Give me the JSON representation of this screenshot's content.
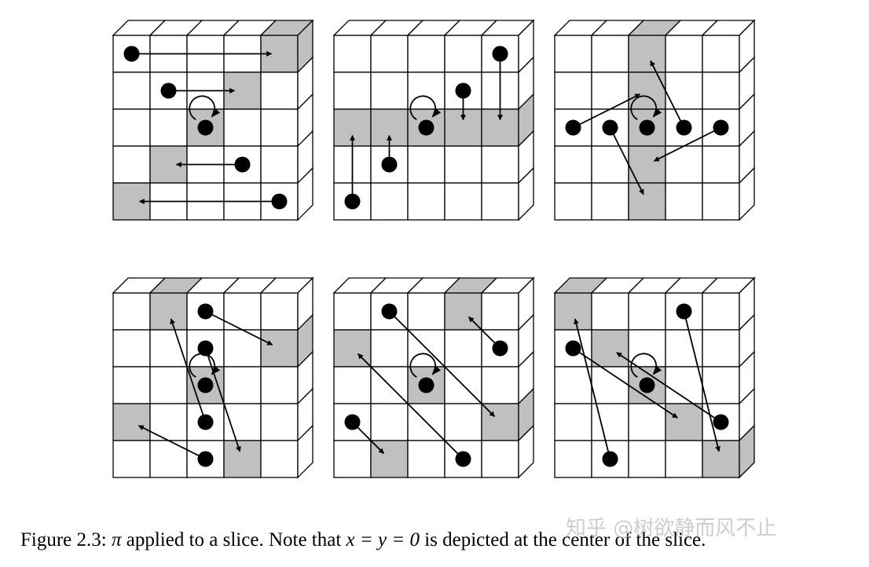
{
  "caption": {
    "prefix": "Figure 2.3: ",
    "pi": "π",
    "middle": " applied to a slice. Note that ",
    "eq": "x = y = 0",
    "suffix": " is depicted at the center of the slice."
  },
  "watermark": "知乎 @树欲静而风不止",
  "colors": {
    "grid_line": "#000000",
    "shaded_cell": "#c0c0c0",
    "background": "#ffffff",
    "dot": "#000000"
  },
  "panels": [
    {
      "id": "panel-1",
      "shaded": [
        [
          4,
          0
        ],
        [
          3,
          1
        ],
        [
          2,
          2
        ],
        [
          1,
          3
        ],
        [
          0,
          4
        ]
      ],
      "arrows": [
        {
          "from": [
            0,
            0
          ],
          "to": [
            4,
            0
          ]
        },
        {
          "from": [
            1,
            1
          ],
          "to": [
            3,
            1
          ]
        },
        {
          "from": [
            3,
            3
          ],
          "to": [
            1,
            3
          ]
        },
        {
          "from": [
            4,
            4
          ],
          "to": [
            0,
            4
          ]
        }
      ]
    },
    {
      "id": "panel-2",
      "shaded": [
        [
          0,
          2
        ],
        [
          1,
          2
        ],
        [
          2,
          2
        ],
        [
          3,
          2
        ],
        [
          4,
          2
        ]
      ],
      "arrows": [
        {
          "from": [
            4,
            0
          ],
          "to": [
            4,
            2
          ]
        },
        {
          "from": [
            3,
            1
          ],
          "to": [
            3,
            2
          ]
        },
        {
          "from": [
            1,
            3
          ],
          "to": [
            1,
            2
          ]
        },
        {
          "from": [
            0,
            4
          ],
          "to": [
            0,
            2
          ]
        }
      ]
    },
    {
      "id": "panel-3",
      "shaded": [
        [
          2,
          0
        ],
        [
          2,
          1
        ],
        [
          2,
          2
        ],
        [
          2,
          3
        ],
        [
          2,
          4
        ]
      ],
      "arrows": [
        {
          "from": [
            0,
            2
          ],
          "to": [
            2,
            1
          ]
        },
        {
          "from": [
            1,
            2
          ],
          "to": [
            2,
            4
          ]
        },
        {
          "from": [
            3,
            2
          ],
          "to": [
            2,
            0
          ]
        },
        {
          "from": [
            4,
            2
          ],
          "to": [
            2,
            3
          ]
        }
      ]
    },
    {
      "id": "panel-4",
      "shaded": [
        [
          1,
          0
        ],
        [
          4,
          1
        ],
        [
          2,
          2
        ],
        [
          0,
          3
        ],
        [
          3,
          4
        ]
      ],
      "arrows": [
        {
          "from": [
            2,
            0
          ],
          "to": [
            4,
            1
          ]
        },
        {
          "from": [
            2,
            1
          ],
          "to": [
            3,
            4
          ]
        },
        {
          "from": [
            2,
            3
          ],
          "to": [
            1,
            0
          ]
        },
        {
          "from": [
            2,
            4
          ],
          "to": [
            0,
            3
          ]
        }
      ]
    },
    {
      "id": "panel-5",
      "shaded": [
        [
          3,
          0
        ],
        [
          0,
          1
        ],
        [
          2,
          2
        ],
        [
          4,
          3
        ],
        [
          1,
          4
        ]
      ],
      "arrows": [
        {
          "from": [
            1,
            0
          ],
          "to": [
            4,
            3
          ]
        },
        {
          "from": [
            4,
            1
          ],
          "to": [
            3,
            0
          ]
        },
        {
          "from": [
            0,
            3
          ],
          "to": [
            1,
            4
          ]
        },
        {
          "from": [
            3,
            4
          ],
          "to": [
            0,
            1
          ]
        }
      ]
    },
    {
      "id": "panel-6",
      "shaded": [
        [
          0,
          0
        ],
        [
          1,
          1
        ],
        [
          2,
          2
        ],
        [
          3,
          3
        ],
        [
          4,
          4
        ]
      ],
      "arrows": [
        {
          "from": [
            3,
            0
          ],
          "to": [
            4,
            4
          ]
        },
        {
          "from": [
            0,
            1
          ],
          "to": [
            3,
            3
          ]
        },
        {
          "from": [
            4,
            3
          ],
          "to": [
            1,
            1
          ]
        },
        {
          "from": [
            1,
            4
          ],
          "to": [
            0,
            0
          ]
        }
      ]
    }
  ]
}
